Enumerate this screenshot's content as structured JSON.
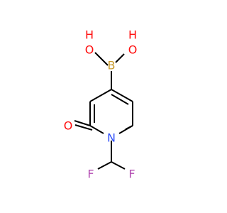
{
  "molecule": {
    "colors": {
      "bond": "#000000",
      "O": "#ff0d0d",
      "N": "#3050f8",
      "B": "#c89b2d",
      "F": "#b34db3"
    },
    "atoms": {
      "oh_left": {
        "text": "O",
        "color": "#ff0d0d"
      },
      "h_left": {
        "text": "H",
        "color": "#ff0d0d"
      },
      "oh_right": {
        "text": "O",
        "color": "#ff0d0d"
      },
      "h_right": {
        "text": "H",
        "color": "#ff0d0d"
      },
      "boron": {
        "text": "B",
        "color": "#c89b2d"
      },
      "nitrogen": {
        "text": "N",
        "color": "#3050f8"
      },
      "carbonyl_oxygen": {
        "text": "O",
        "color": "#ff0d0d"
      },
      "fluorine_left": {
        "text": "F",
        "color": "#b34db3"
      },
      "fluorine_right": {
        "text": "F",
        "color": "#b34db3"
      }
    }
  }
}
